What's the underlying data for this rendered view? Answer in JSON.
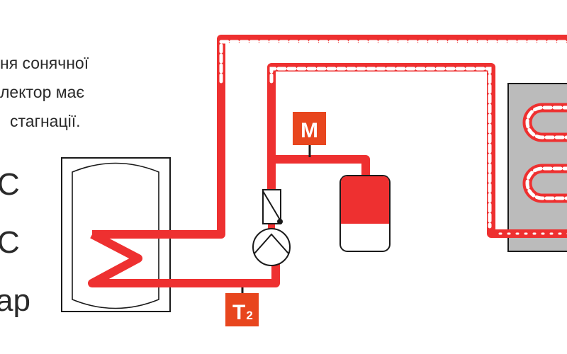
{
  "text_lines": [
    "ня сонячної",
    "лектор має",
    "стагнації."
  ],
  "values": [
    "С",
    "С",
    "ар"
  ],
  "labels": {
    "manometer": "M",
    "sensor": "T",
    "sensor_sub": "2"
  },
  "colors": {
    "pipe": "#ee3030",
    "label_box": "#e8461e",
    "panel": "#bbbbbb",
    "outline": "#1a1a1a"
  }
}
